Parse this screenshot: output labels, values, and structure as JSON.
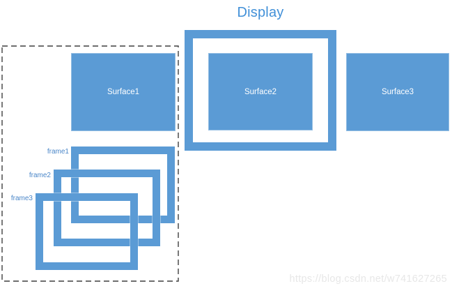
{
  "title": "Display",
  "colors": {
    "accent": "#5b9bd5",
    "title_text": "#4190d8",
    "label_text": "#4a86c8",
    "surface_text": "#ffffff",
    "dashed_border": "#3f3f3f",
    "watermark_text": "#e7e7e7"
  },
  "surfaces": [
    {
      "label": "Surface1"
    },
    {
      "label": "Surface2"
    },
    {
      "label": "Surface3"
    }
  ],
  "frames": [
    {
      "label": "frame1"
    },
    {
      "label": "frame2"
    },
    {
      "label": "frame3"
    }
  ],
  "watermark": "https://blog.csdn.net/w741627265"
}
